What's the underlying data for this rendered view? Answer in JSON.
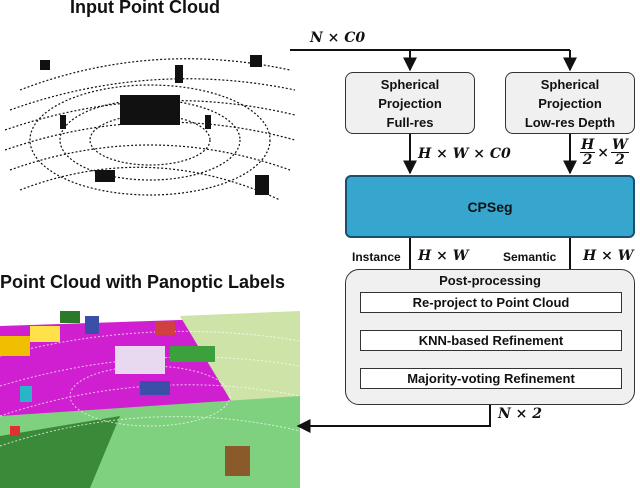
{
  "top_title": "Input Point Cloud",
  "bottom_title": "Point Cloud with Panoptic Labels",
  "input_dim": "N × C0",
  "box_full": [
    "Spherical",
    "Projection",
    "Full-res"
  ],
  "box_low": [
    "Spherical",
    "Projection",
    "Low-res Depth"
  ],
  "dim_full": "H × W × C0",
  "dim_low": {
    "h": "H",
    "two_a": "2",
    "times": "×",
    "w": "W",
    "two_b": "2"
  },
  "cpseg_label": "CPSeg",
  "instance_label": "Instance",
  "instance_dim": "H × W",
  "semantic_label": "Semantic",
  "semantic_dim": "H × W",
  "post_title": "Post-processing",
  "steps": [
    "Re-project to Point Cloud",
    "KNN-based Refinement",
    "Majority-voting Refinement"
  ],
  "output_dim": "N × 2",
  "colors": {
    "cpseg": "#36a6cf",
    "box": "#f0f0f0",
    "stroke": "#333333"
  }
}
